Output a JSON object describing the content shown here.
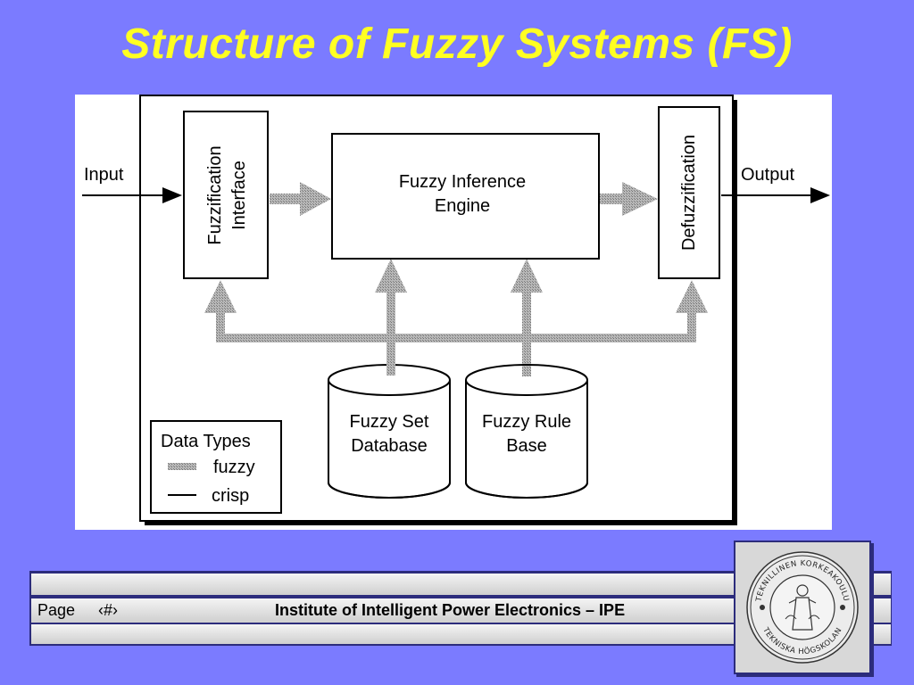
{
  "slide": {
    "title": "Structure of Fuzzy Systems (FS)"
  },
  "diagram": {
    "input_label": "Input",
    "output_label": "Output",
    "fuzzification": [
      "Fuzzification",
      "Interface"
    ],
    "inference_engine": [
      "Fuzzy Inference",
      "Engine"
    ],
    "defuzzification": "Defuzzification",
    "set_database": [
      "Fuzzy Set",
      "Database"
    ],
    "rule_base": [
      "Fuzzy Rule",
      "Base"
    ],
    "legend": {
      "title": "Data Types",
      "fuzzy_label": "fuzzy",
      "crisp_label": "crisp"
    }
  },
  "footer": {
    "page_label": "Page",
    "page_number": "‹#›",
    "institute": "Institute of Intelligent Power Electronics – IPE"
  },
  "logo": {
    "seal_text_top": "TEKNILLINEN KORKEAKOULU",
    "seal_text_bottom": "TEKNISKA HÖGSKOLAN"
  },
  "colors": {
    "background": "#7b7bff",
    "title": "#ffff22",
    "fuzzy_arrow": "#a0a0a0",
    "footer_frame": "#2c2c7c"
  }
}
